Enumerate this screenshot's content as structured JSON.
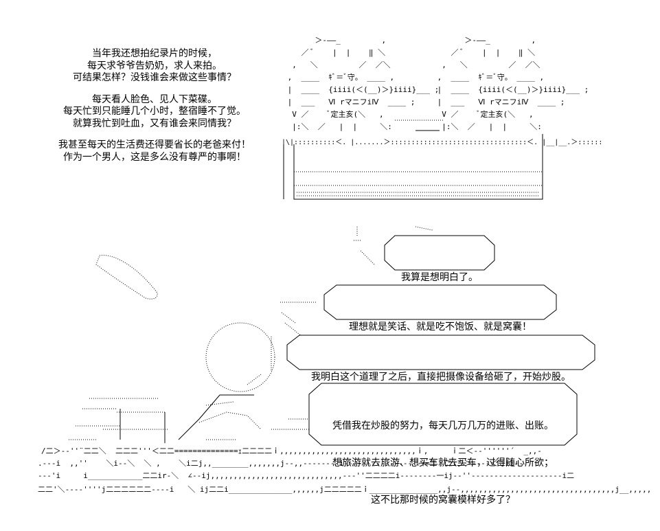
{
  "narration": {
    "lines": [
      "当年我还想拍纪录片的时候，",
      "每天求爷爷告奶奶，求人来拍。",
      "可结果怎样？没钱谁会来做这些事情？",
      "",
      "每天看人脸色、见人下菜碟。",
      "每天忙到只能睡几个小时，整宿睡不了觉。",
      "就算我忙到吐血，又有谁会来同情我？",
      "",
      "我甚至每天的生活费还得要省长的老爸来付！",
      "作为一个男人，这是多么没有尊严的事啊！"
    ]
  },
  "bubbles": [
    {
      "lines": [
        "我算是想明白了。"
      ]
    },
    {
      "lines": [
        "理想就是笑话、就是吃不饱饭、就是窝囊！"
      ]
    },
    {
      "lines": [
        "我明白这个道理了之后，直接把摄像设备给砸了，开始炒股。"
      ]
    },
    {
      "lines": [
        "凭借我在炒股的努力，每天几万几万的进账、出账。",
        "想旅游就去旅游、想买车就去买车，过得随心所欲；",
        "这不比那时候的窝囊模样好多了？"
      ]
    }
  ],
  "ascii": {
    "face_left": [
      "       ＞-――_         ,",
      "    ／ ﾞ    |  |    ‖ ＼",
      "  ,   ＼         ／  ／＼",
      " ,  ____  ｷﾞ＝ﾞ守。 ____ ,",
      " |  ____  {iiii(＜(__)＞}iiii}___ ;",
      " |  ___   Ⅵ rマニフiⅣ  ____ ;",
      "  V ／    ﾞ定主亥(＼   ,",
      "  |:＼  ／   |  |     ＼:"
    ],
    "face_right": [
      "       ＞-――_         ,",
      "    ／ ﾞ    |  |    ‖ ＼",
      "  ,   ＼         ／  ／＼",
      " ,  ____  ｷﾞ＝ﾞ守。 ____ ,",
      " |  ____  {iiii(＜(__)＞}iiii}___ ;",
      " |  ___   Ⅵ rマニフiⅣ  ____ ;",
      "  V ／    ﾞ定主亥(＼   ,",
      "  |:＼  ／   |  |     ＼:"
    ],
    "middle_row": "|\\|::::::::::＜. |.......＞:::::::::::::::::::::::::::::::::＜. |__|__.＞::::::",
    "bottom_rows": [
      "/二＞-‐''¨二二＼  二二二'''＜二二==============ｪ二二二二ｉ,,,,,,,,,,,,,,,,,,,,,,,,,,,,,,ｉ,     ｉ二＜-‐''''''´  _,,-",
      ".---i  ,,''    ＼i--＼  ＼ ,    ＼i二j,,________,,,,,,,j--,,--------i-----------------ｨ=二ｉ二i二＞----＜二ii--",
      "--‐'i     i____________二二ir-＼  ∠-‐ij,,,,,,,,,,,,,,,,,,,,,,,,,,,,,--‐''二二二二i--------一ij-‐''--------------------i二",
      "二二'＼---‐''''j二二二二二二----i   ＼ ij二二i______________,,,,,,j二二二二二ｉ_______________,,j-‐,,,,,,,,,,,,,,,,,,,,,,,,,,,,,,,,,,j__,,,,,"
    ]
  }
}
